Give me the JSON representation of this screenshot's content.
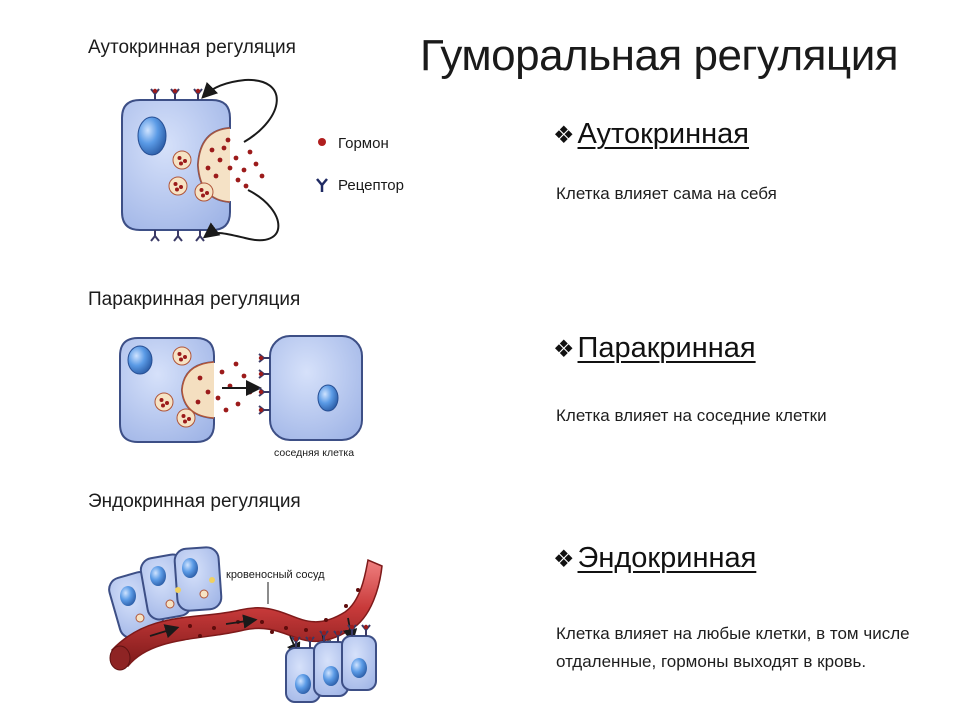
{
  "title": "Гуморальная регуляция",
  "diagram_labels": {
    "autocrine": "Аутокринная регуляция",
    "paracrine": "Паракринная регуляция",
    "endocrine": "Эндокринная регуляция",
    "neighbor_cell": "соседняя клетка",
    "blood_vessel": "кровеносный сосуд"
  },
  "legend": {
    "hormone": "Гормон",
    "receptor": "Рецептор"
  },
  "bullet_glyph": "❖",
  "types": [
    {
      "name": "Аутокринная",
      "description": "Клетка влияет сама на себя"
    },
    {
      "name": "Паракринная",
      "description": "Клетка влияет на соседние клетки"
    },
    {
      "name": "Эндокринная",
      "description_line1": "Клетка влияет на любые клетки, в том числе",
      "description_line2": "отдаленные, гормоны выходят в кровь."
    }
  ],
  "colors": {
    "cell_fill": "#b9c9ee",
    "cell_stroke": "#3d4f86",
    "nucleus": "#4d8ee0",
    "vesicle": "#f6e3c4",
    "hormone": "#9c1b1b",
    "receptor": "#3a3a66",
    "vessel": "#c84040"
  }
}
